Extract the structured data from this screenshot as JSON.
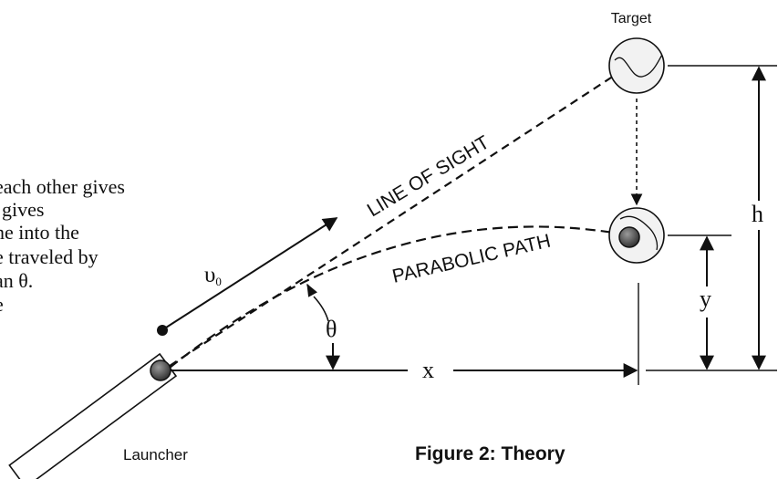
{
  "background_text": {
    "lines": [
      "each other gives",
      "gives",
      "ne into the",
      "e traveled by",
      "an θ.",
      "e",
      "."
    ]
  },
  "labels": {
    "target": "Target",
    "launcher": "Launcher",
    "line_of_sight": "LINE OF SIGHT",
    "parabolic_path": "PARABOLIC PATH",
    "v0_symbol": "υ",
    "v0_subscript": "0",
    "theta": "θ",
    "x": "x",
    "y": "y",
    "h": "h"
  },
  "caption": "Figure 2: Theory"
}
